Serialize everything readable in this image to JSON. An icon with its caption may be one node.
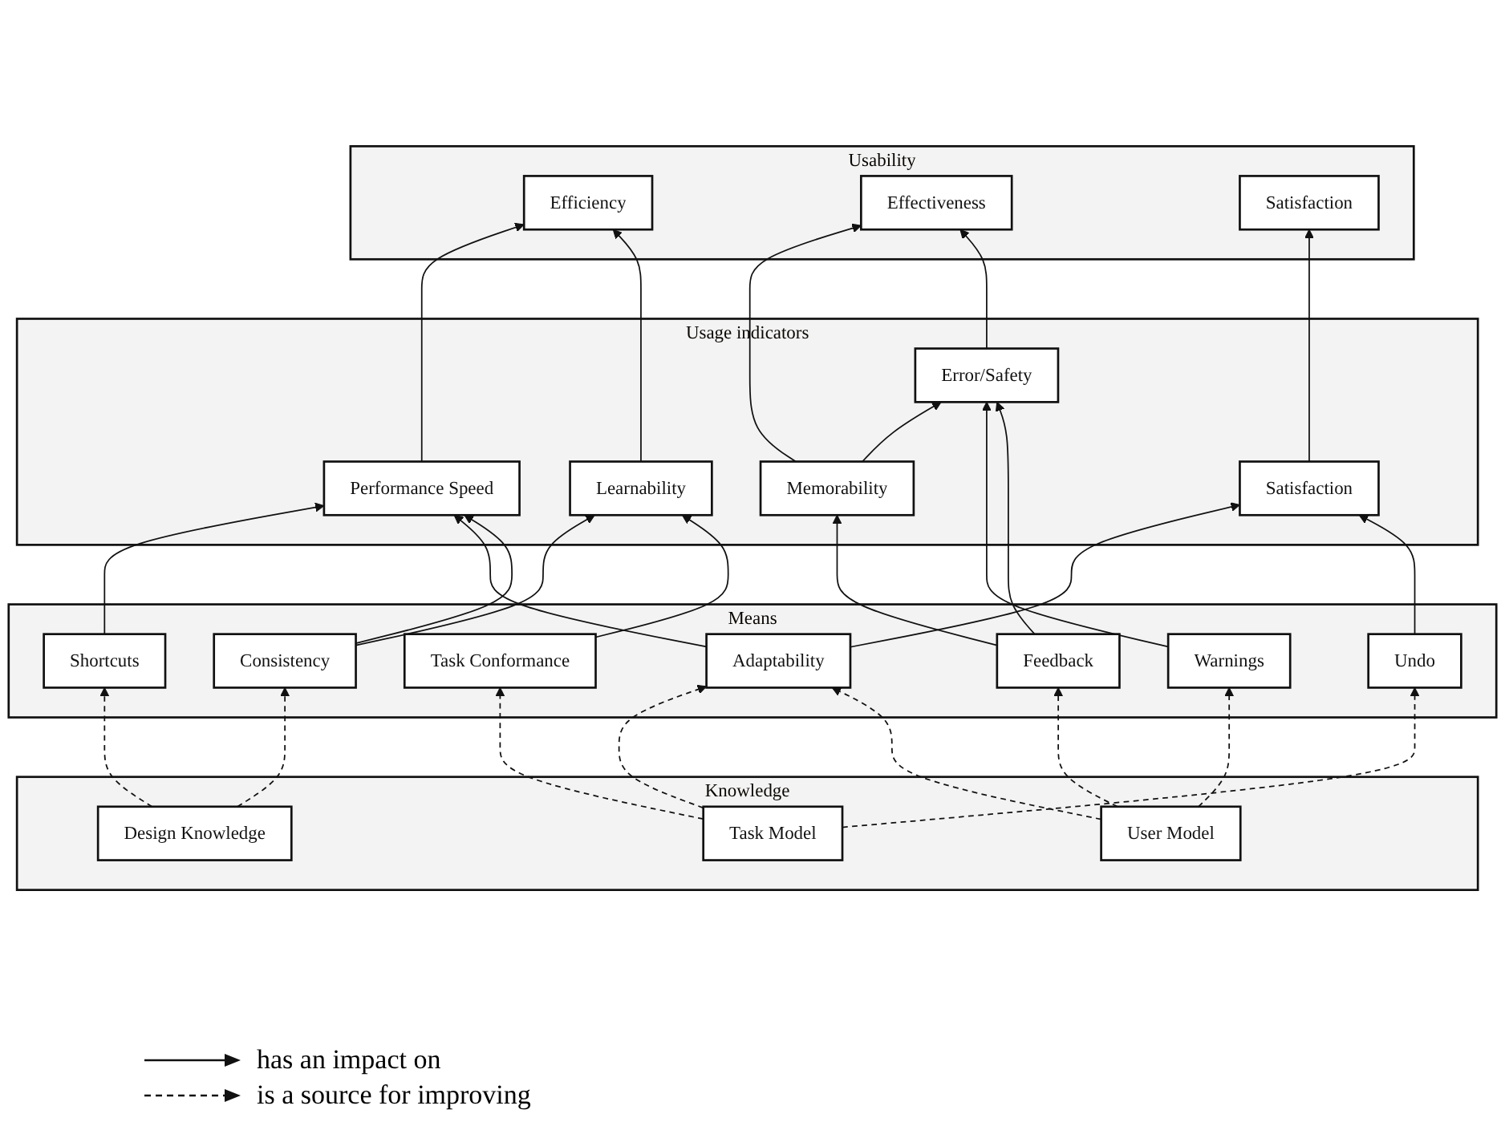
{
  "diagram": {
    "nodes": [
      {
        "text": [
          "Usability"
        ]
      },
      {
        "text": [
          "Efficiency"
        ],
        "in": 0
      },
      {
        "text": [
          "Effectiveness"
        ],
        "in": 0
      },
      {
        "text": [
          "Satisfaction"
        ],
        "in": 0
      },
      {
        "text": [
          "Usage indicators"
        ]
      },
      {
        "text": [
          "Learnability"
        ],
        "in": 4
      },
      {
        "text": [
          "Error/Safety"
        ],
        "in": 4
      },
      {
        "text": [
          "Satisfaction"
        ],
        "in": 4
      },
      {
        "text": [
          "Performance Speed"
        ],
        "in": 4
      },
      {
        "text": [
          "Memorability"
        ],
        "in": 4
      },
      {
        "text": [
          "Means"
        ]
      },
      {
        "text": [
          "Consistency"
        ],
        "in": 10
      },
      {
        "text": [
          "Shortcuts"
        ],
        "in": 10
      },
      {
        "text": [
          "Feedback"
        ],
        "in": 10
      },
      {
        "text": [
          "Undo"
        ],
        "in": 10
      },
      {
        "text": [
          "Adaptability"
        ],
        "in": 10
      },
      {
        "text": [
          "Task Conformance"
        ],
        "in": 10
      },
      {
        "text": [
          "Warnings"
        ],
        "in": 10
      },
      {
        "text": [
          "Knowledge"
        ]
      },
      {
        "text": [
          "User Model"
        ],
        "in": 18
      },
      {
        "text": [
          "Design Knowledge"
        ],
        "in": 18
      },
      {
        "text": [
          "Task Model"
        ],
        "in": 18
      }
    ],
    "edges": [
      {
        "from": 5,
        "to": 1,
        "arrow": "to"
      },
      {
        "from": 8,
        "to": 1,
        "arrow": "to"
      },
      {
        "from": 6,
        "to": 2,
        "arrow": "to"
      },
      {
        "from": 9,
        "to": 2,
        "arrow": "to"
      },
      {
        "from": 7,
        "to": 3,
        "arrow": "to"
      },
      {
        "from": 16,
        "to": 5,
        "arrow": "to"
      },
      {
        "from": 11,
        "to": 5,
        "arrow": "to"
      },
      {
        "from": 11,
        "to": 8,
        "arrow": "to"
      },
      {
        "from": 15,
        "to": 8,
        "arrow": "to"
      },
      {
        "from": 12,
        "to": 8,
        "arrow": "to"
      },
      {
        "from": 13,
        "to": 6,
        "arrow": "to"
      },
      {
        "from": 17,
        "to": 6,
        "arrow": "to"
      },
      {
        "from": 9,
        "to": 6,
        "arrow": "to"
      },
      {
        "from": 13,
        "to": 9,
        "arrow": "to"
      },
      {
        "from": 14,
        "to": 7,
        "arrow": "to"
      },
      {
        "from": 15,
        "to": 7,
        "arrow": "to"
      },
      {
        "from": 19,
        "to": 15,
        "arrow": "to",
        "style": "dashed"
      },
      {
        "from": 19,
        "to": 13,
        "arrow": "to",
        "style": "dashed"
      },
      {
        "from": 19,
        "to": 17,
        "arrow": "to",
        "style": "dashed"
      },
      {
        "from": 20,
        "to": 11,
        "arrow": "to",
        "style": "dashed"
      },
      {
        "from": 20,
        "to": 12,
        "arrow": "to",
        "style": "dashed"
      },
      {
        "from": 21,
        "to": 15,
        "arrow": "to",
        "style": "dashed"
      },
      {
        "from": 21,
        "to": 16,
        "arrow": "to",
        "style": "dashed"
      },
      {
        "from": 21,
        "to": 14,
        "arrow": "to",
        "style": "dashed"
      }
    ],
    "legend": [
      {
        "text": "has an impact on"
      },
      {
        "text": "is a source for improving"
      }
    ]
  }
}
